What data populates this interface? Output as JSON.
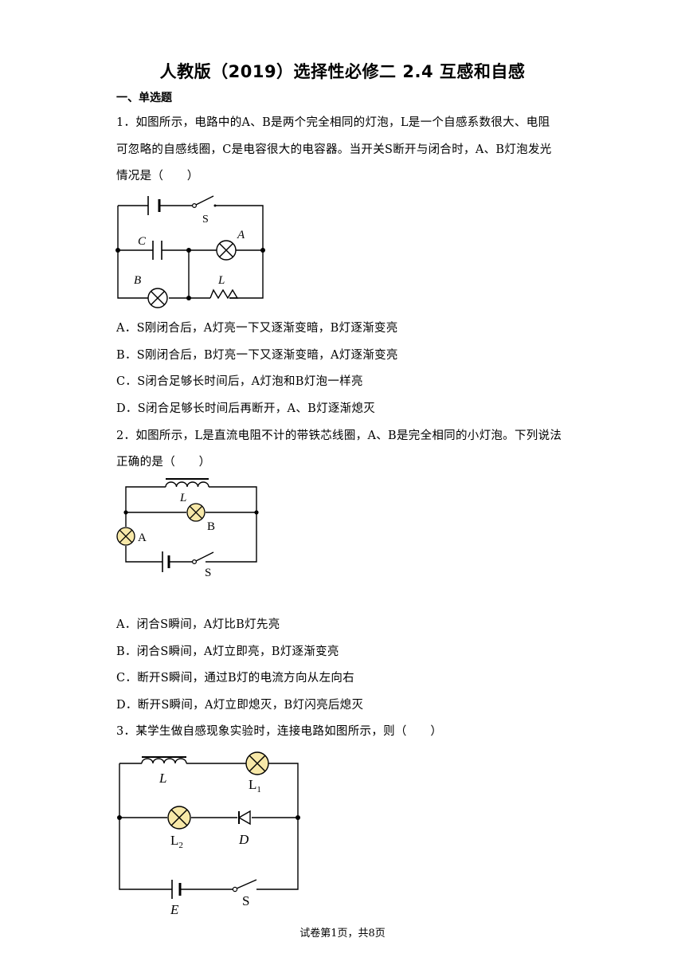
{
  "title": "人教版（2019）选择性必修二 2.4 互感和自感",
  "section": "一、单选题",
  "q1": {
    "lines": [
      "1．如图所示，电路中的A、B是两个完全相同的灯泡，L是一个自感系数很大、电阻",
      "可忽略的自感线圈，C是电容很大的电容器。当开关S断开与闭合时，A、B灯泡发光",
      "情况是（　　）"
    ],
    "fig": {
      "s": "S",
      "c": "C",
      "a": "A",
      "b": "B",
      "l": "L"
    },
    "options": [
      "A．S刚闭合后，A灯亮一下又逐渐变暗，B灯逐渐变亮",
      "B．S刚闭合后，B灯亮一下又逐渐变暗，A灯逐渐变亮",
      "C．S闭合足够长时间后，A灯泡和B灯泡一样亮",
      "D．S闭合足够长时间后再断开，A、B灯逐渐熄灭"
    ]
  },
  "q2": {
    "lines": [
      "2．如图所示，L是直流电阻不计的带铁芯线圈，A、B是完全相同的小灯泡。下列说法",
      "正确的是（　　）"
    ],
    "fig": {
      "l": "L",
      "b": "B",
      "a": "A",
      "s": "S"
    },
    "options": [
      "A．闭合S瞬间，A灯比B灯先亮",
      "B．闭合S瞬间，A灯立即亮，B灯逐渐变亮",
      "C．断开S瞬间，通过B灯的电流方向从左向右",
      "D．断开S瞬间，A灯立即熄灭，B灯闪亮后熄灭"
    ]
  },
  "q3": {
    "lines": [
      "3．某学生做自感现象实验时，连接电路如图所示，则（　　）"
    ],
    "fig": {
      "l": "L",
      "l1": "L",
      "l1sub": "1",
      "l2": "L",
      "l2sub": "2",
      "d": "D",
      "e": "E",
      "s": "S"
    }
  },
  "footer": "试卷第1页，共8页",
  "colors": {
    "bulb_fill": "#f7e8a8",
    "ink": "#000000"
  }
}
